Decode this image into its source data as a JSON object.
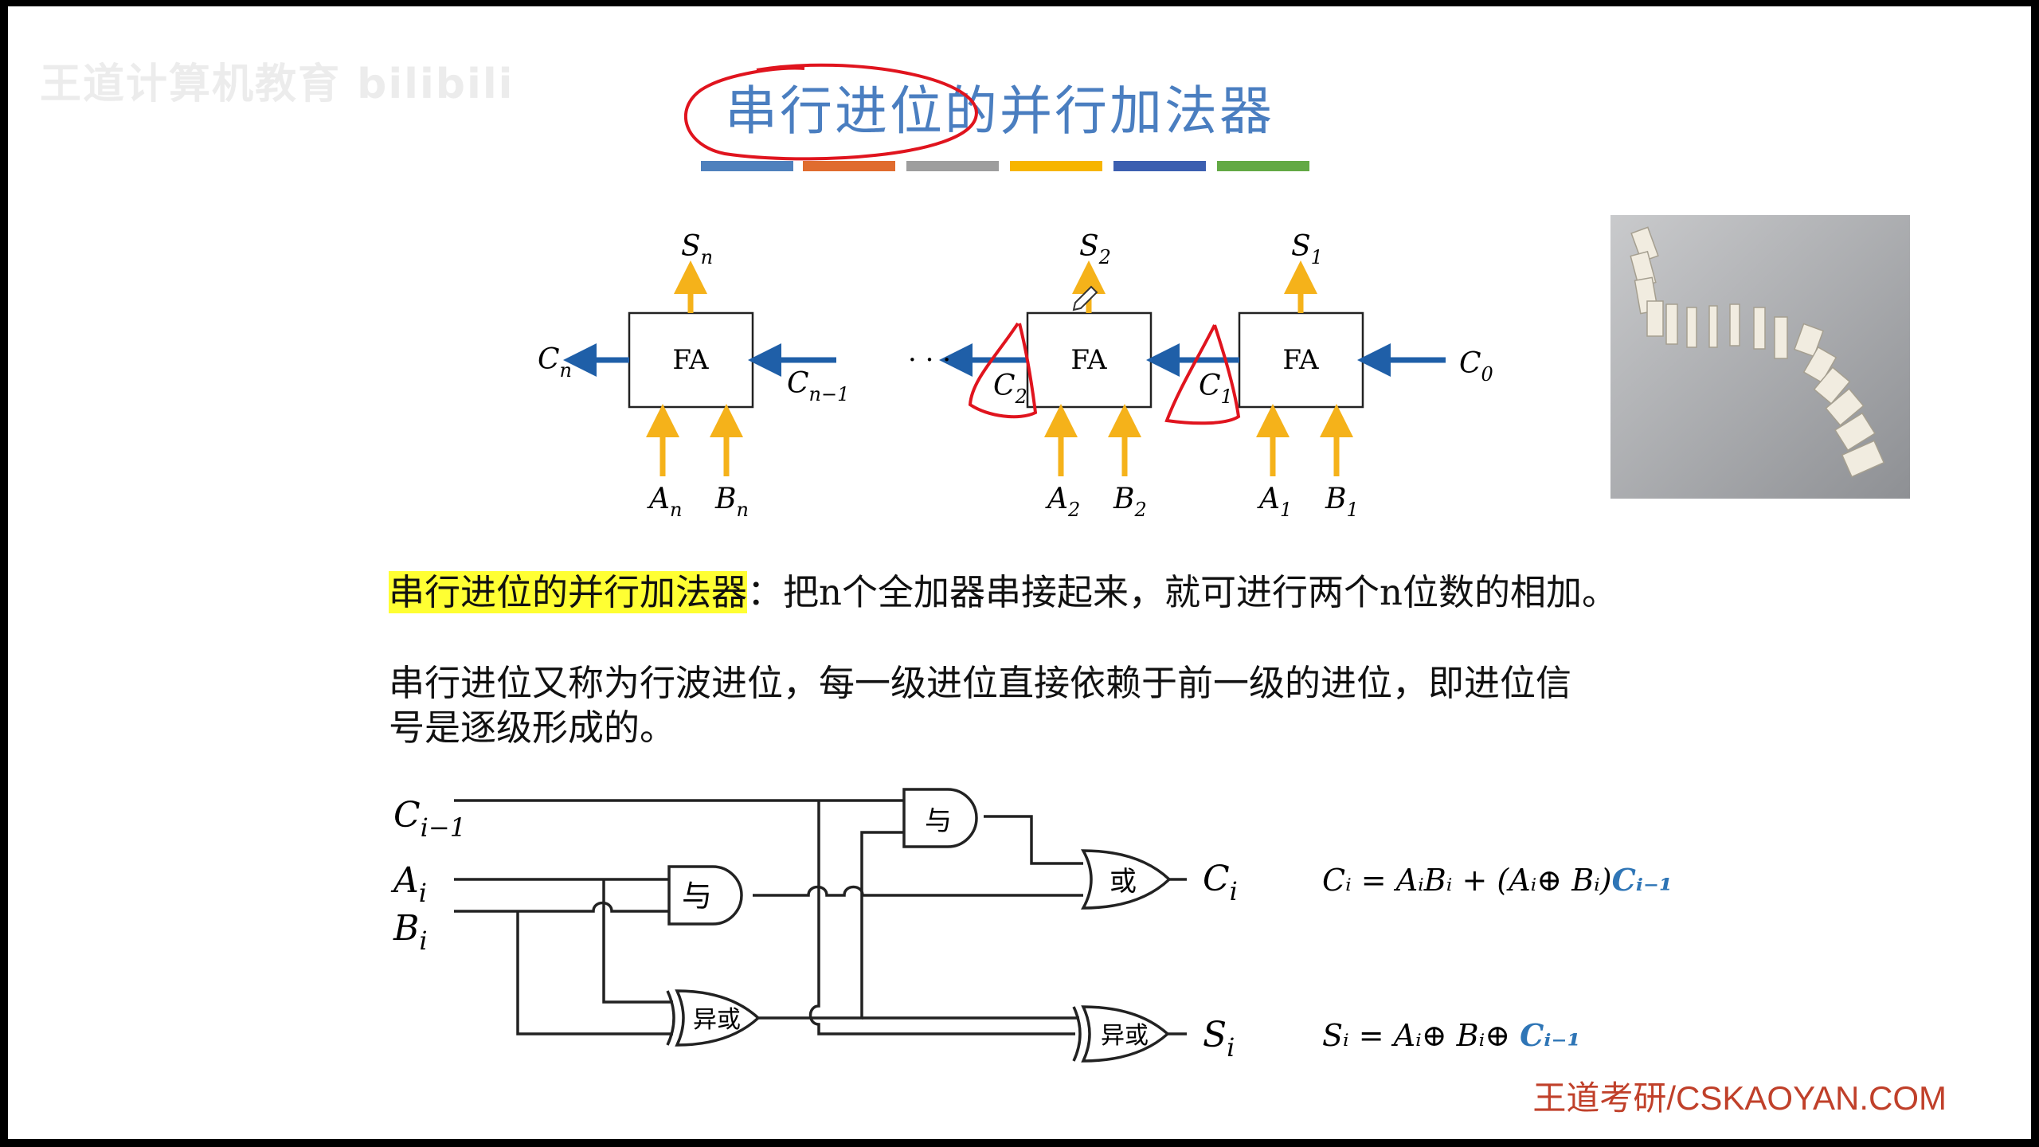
{
  "watermark": "王道计算机教育 bilibili",
  "title": "串行进位的并行加法器",
  "fa_chain": {
    "block_label": "FA",
    "sum_labels": [
      "S",
      "S",
      "S"
    ],
    "sum_subs": [
      "n",
      "2",
      "1"
    ],
    "carry_labels": [
      "C",
      "C",
      "C",
      "C",
      "C"
    ],
    "carry_subs": [
      "n",
      "n−1",
      "2",
      "1",
      "0"
    ],
    "a_subs": [
      "n",
      "2",
      "1"
    ],
    "b_subs": [
      "n",
      "2",
      "1"
    ],
    "ellipsis": "· · ·"
  },
  "paragraph1": {
    "highlight": "串行进位的并行加法器",
    "rest": "：把n个全加器串接起来，就可进行两个n位数的相加。"
  },
  "paragraph2": {
    "line1": "串行进位又称为行波进位，每一级进位直接依赖于前一级的进位，即进位信",
    "line2": "号是逐级形成的。"
  },
  "logic": {
    "inputs": [
      "C",
      "A",
      "B"
    ],
    "input_subs": [
      "i−1",
      "i",
      "i"
    ],
    "gate_and": "与",
    "gate_or": "或",
    "gate_xor": "异或",
    "out_c": "C",
    "out_s": "S",
    "out_sub": "i"
  },
  "formula_c": {
    "lhs": "Cᵢ = AᵢBᵢ + (Aᵢ⊕ Bᵢ)",
    "highlight": "Cᵢ₋₁"
  },
  "formula_s": {
    "lhs": "Sᵢ = Aᵢ⊕ Bᵢ⊕ ",
    "highlight": "Cᵢ₋₁"
  },
  "footer": "王道考研/CSKAOYAN.COM",
  "colors": {
    "title": "#4a7ec0",
    "arrow_yellow": "#f5b21a",
    "arrow_blue": "#1f5fa8",
    "annotation_red": "#e0141e",
    "formula_blue": "#2e75b6",
    "highlight": "#ffff33",
    "footer": "#c0402a",
    "bar_colors": [
      "#4f81bd",
      "#e06c2e",
      "#9e9e9e",
      "#f7b500",
      "#3c5fb0",
      "#63a945"
    ]
  }
}
